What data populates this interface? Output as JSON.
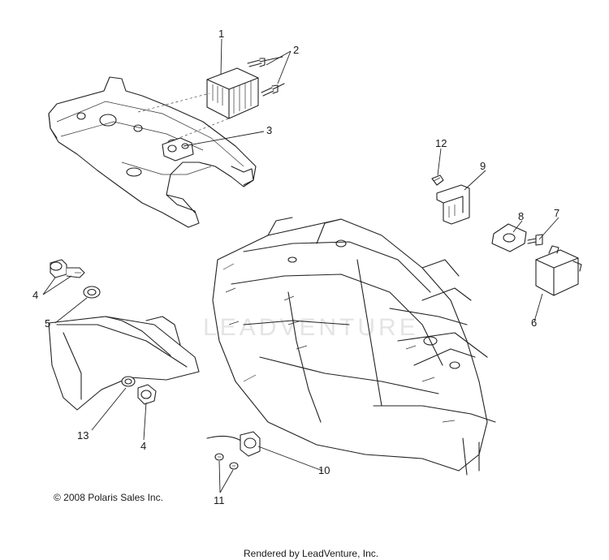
{
  "diagram": {
    "callouts": {
      "c1": "1",
      "c2": "2",
      "c3": "3",
      "c4a": "4",
      "c4b": "4",
      "c5": "5",
      "c6": "6",
      "c7": "7",
      "c8": "8",
      "c9": "9",
      "c10": "10",
      "c11": "11",
      "c12": "12",
      "c13": "13"
    },
    "copyright": "© 2008 Polaris Sales Inc.",
    "rendered_by": "Rendered by LeadVenture, Inc.",
    "watermark": "LEADVENTURE"
  }
}
